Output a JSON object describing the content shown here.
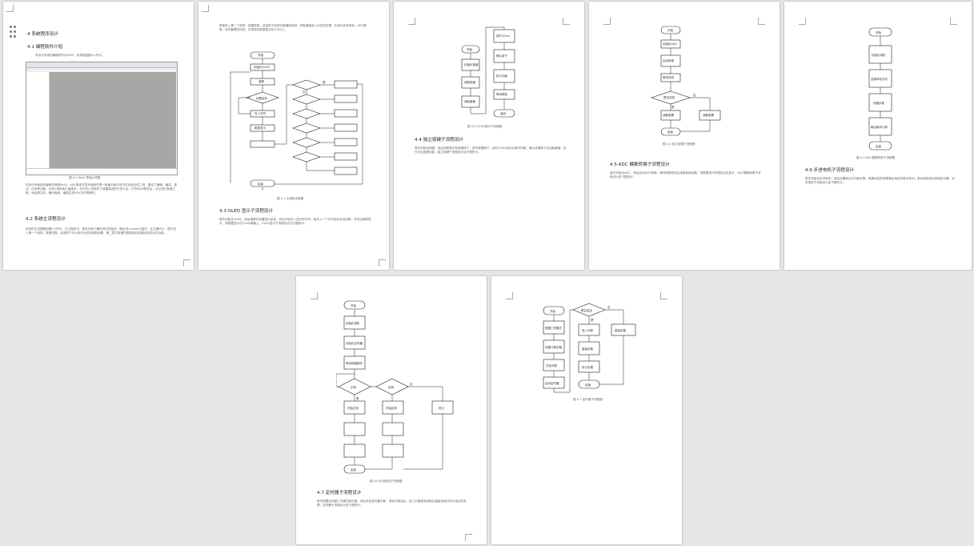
{
  "pages": [
    {
      "heading_main": "4 系统程序设计",
      "heading_1": "4.1 编程软件介绍",
      "para_1": "本设计所用的编程软件为Keil5，其界面如图4-1所示。",
      "figure_caption": "图 4-1 Keil5 界面示意图",
      "para_2": "本设计所使用的编程环境是Keil5，KEIL集成开发环境软件是一款面向单片机开发的综合性工具，集成了编辑、编译、调试、仿真等功能，支持C语言和汇编语言，为开发人员提供了便捷高效的开发平台。打开Keil5软件后，可以进行新建工程、添加源文件、编写程序、编译生成HEX文件等操作。",
      "heading_2": "4.2 系统主流程设计",
      "para_3": "系统的主流程图如图4-2所示。在主程序中，首先对各个模块进行初始化，随后进入while主循环，在主循环中，首先进入第一个选择，按键扫描，该选择下可以进行对应的参数设置，第二层中按键扫描到相应按键后完成对应功能。"
    },
    {
      "para_top": "界面进入第二个选择：按键选择，该选择下实现对按键的检测，获取键值进入对应的处理，实现对步进电机、ADC数据、定时器等的控制，并将相关数据显示在OLED上。",
      "figure_caption": "图 4-2 主程序流程图",
      "heading": "4.3 OLED 显示子流程设计",
      "para": "首先初始化OLED，然后清屏并设置显示坐标，然后开始写入显示的字符，每写入一个字符坐标自动后移，写完后刷新显示，将数据显示在OLED屏幕上。OLED显示子流程设计如下图所示。",
      "flow": [
        "开始",
        "初始化OLED",
        "清屏",
        "设置坐标",
        "写入字符",
        "刷新显示",
        "是",
        "否",
        "结束"
      ]
    },
    {
      "figure_caption": "图 4-3 OLED显示子流程图",
      "heading": "4.4 独立按键子流程设计",
      "para": "首先初始化按键，然后判断是否有按键按下，若有按键按下，延时10ms消抖后再次判断，确认按键按下后读取键值，执行对应按键功能，独立按键子流程设计如下图所示。",
      "flow_left": [
        "开始",
        "初始化按键",
        "判断按键",
        "读取键值"
      ],
      "flow_right": [
        "延时10ms",
        "确认按下",
        "执行功能",
        "等待释放",
        "返回"
      ]
    },
    {
      "flow": [
        "开始",
        "初始化ADC",
        "启动转换",
        "等待完成",
        "读取数据",
        "是否完成",
        "是",
        "否",
        "结束"
      ],
      "figure_caption": "图 4-4 独立按键子流程图",
      "heading": "4.5 ADC 模数转换子流程设计",
      "para": "首先初始化ADC，然后启动ADC转换，等待转换完成后读取转换结果，将数据进行处理后送至显示，ADC模数转换子流程设计如下图所示。"
    },
    {
      "flow": [
        "开始",
        "初始化电机",
        "选择转动方向",
        "设置步数",
        "输出脉冲计算",
        "结束"
      ],
      "figure_caption": "图 4-5 ADC模数转换子流程图",
      "heading": "4.6 步进电机子流程设计",
      "para": "首先初始化步进电机，然后设置转动方向和步数，根据设定的参数输出相应的脉冲序列，驱动电机转动到指定位置，步进电机子流程设计如下图所示。"
    },
    {
      "flow": [
        "开始",
        "初始化电机",
        "初始化定时器",
        "等待按键操作",
        "正转",
        "反转",
        "停止",
        "开始正转",
        "开始反转",
        "是",
        "否",
        "结束"
      ],
      "figure_caption": "图 4-6 步进电机子流程图",
      "heading": "4.7 定时器子流程设计",
      "para": "首先配置定时器工作模式和初值，然后开启定时器中断，等待计数溢出，进入中断服务函数后重装初值并执行相应的处理，定时器子流程设计如下图所示。"
    },
    {
      "flow": [
        "开始",
        "配置工作模式",
        "设置计数初值",
        "开启中断",
        "启动定时器",
        "是否溢出",
        "是",
        "否",
        "进入中断",
        "重装初值",
        "执行处理",
        "结束"
      ],
      "figure_caption": "图 4-7 定时器子流程图"
    }
  ]
}
